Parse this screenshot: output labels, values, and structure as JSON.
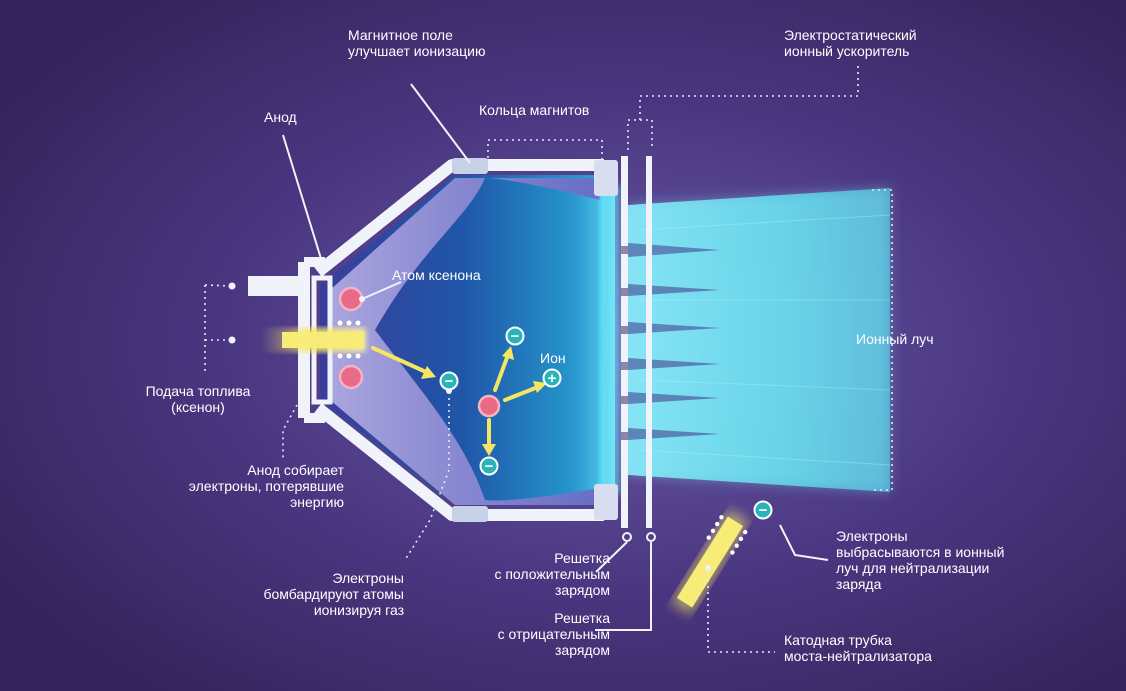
{
  "diagram": {
    "labels": {
      "magnetic_field": "Магнитное поле\nулучшает ионизацию",
      "electrostatic_accelerator": "Электростатический\nионный ускоритель",
      "anode": "Анод",
      "magnet_rings": "Кольца магнитов",
      "xenon_atom": "Атом ксенона",
      "ion": "Ион",
      "ion_beam": "Ионный луч",
      "fuel_supply": "Подача топлива\n(ксенон)",
      "anode_collects": "Анод собирает\nэлектроны, потерявшие\nэнергию",
      "electrons_bombard": "Электроны\nбомбардируют атомы\nионизируя газ",
      "positive_grid": "Решетка\nс положительным\nзарядом",
      "negative_grid": "Решетка\nс отрицательным\nзарядом",
      "electrons_ejected": "Электроны\nвыбрасываются в ионный\nлуч для нейтрализации\nзаряда",
      "cathode_tube": "Катодная трубка\nмоста-нейтрализатора"
    },
    "symbols": {
      "electron": "−",
      "positive_ion": "+"
    },
    "colors": {
      "background": "#3f2c6b",
      "chamber": "#1a4f9e",
      "ion_beam": "#5fe8f2",
      "walls": "#f1f3fa",
      "xenon_atom": "#e86a86",
      "electron": "#2bb4b8",
      "fuel_yellow": "#f4e663"
    }
  }
}
